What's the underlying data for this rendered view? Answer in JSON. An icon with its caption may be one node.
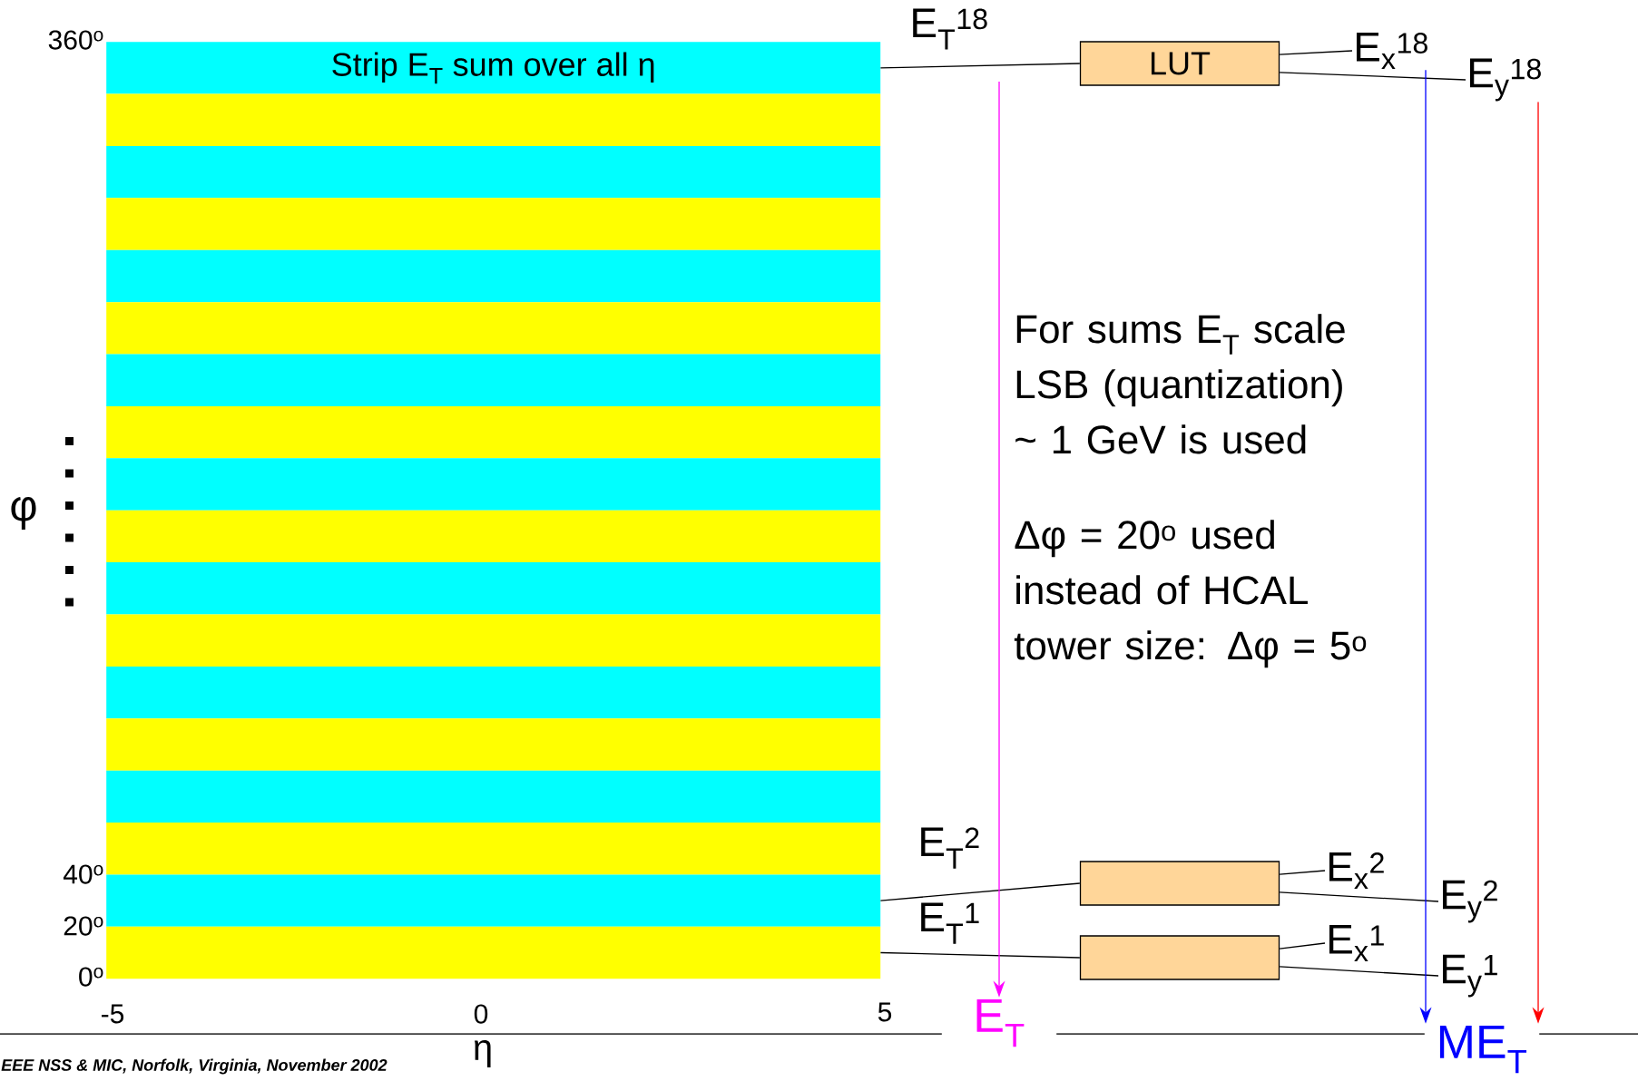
{
  "diagram": {
    "nodes": [
      {
        "text": [
          "Strip E$_{T}$ sum over all η"
        ]
      },
      {
        "text": [],
        "shape": "bar"
      },
      {
        "text": [],
        "shape": "bar"
      },
      {
        "text": [],
        "shape": "bar"
      },
      {
        "text": [],
        "shape": "bar"
      },
      {
        "text": [],
        "shape": "bar"
      },
      {
        "text": [],
        "shape": "bar"
      },
      {
        "text": [],
        "shape": "bar"
      },
      {
        "text": [],
        "shape": "bar"
      },
      {
        "text": [],
        "shape": "bar"
      },
      {
        "text": [],
        "shape": "bar"
      },
      {
        "text": [],
        "shape": "bar"
      },
      {
        "text": [],
        "shape": "bar"
      },
      {
        "text": [],
        "shape": "bar"
      },
      {
        "text": [],
        "shape": "bar"
      },
      {
        "text": [],
        "shape": "bar"
      },
      {
        "text": [],
        "shape": "bar"
      },
      {
        "text": [],
        "shape": "bar"
      },
      {
        "text": [
          "LUT"
        ]
      },
      {
        "text": [],
        "shape": "box"
      },
      {
        "text": [],
        "shape": "box"
      },
      {
        "text": [
          "E$_{x}$$^{18}$"
        ]
      },
      {
        "text": [
          "E$_{y}$$^{18}$"
        ]
      },
      {
        "text": [
          "E$_{x}$$^{2}$"
        ]
      },
      {
        "text": [
          "E$_{y}$$^{2}$"
        ]
      },
      {
        "text": [
          "E$_{x}$$^{1}$"
        ]
      },
      {
        "text": [
          "E$_{y}$$^{1}$"
        ]
      },
      {
        "text": [
          "E$_{T}$"
        ]
      },
      {
        "text": [
          "ME$_{T}$"
        ]
      }
    ],
    "edges": [
      {
        "from": 0,
        "to": 18,
        "arrow": "none",
        "label": "E$_{T}$$^{18}$"
      },
      {
        "from": 16,
        "to": 19,
        "arrow": "none",
        "label": "E$_{T}$$^{2}$"
      },
      {
        "from": 17,
        "to": 20,
        "arrow": "none",
        "label": "E$_{T}$$^{1}$"
      },
      {
        "from": 18,
        "to": 21,
        "arrow": "none"
      },
      {
        "from": 18,
        "to": 22,
        "arrow": "none"
      },
      {
        "from": 19,
        "to": 23,
        "arrow": "none"
      },
      {
        "from": 19,
        "to": 24,
        "arrow": "none"
      },
      {
        "from": 20,
        "to": 25,
        "arrow": "none"
      },
      {
        "from": 20,
        "to": 26,
        "arrow": "none"
      },
      {
        "from": null,
        "to": 27,
        "arrow": "to",
        "color": "#ff00ff"
      },
      {
        "from": 21,
        "to": 28,
        "arrow": "to",
        "color": "#0000ff"
      },
      {
        "from": 22,
        "to": 28,
        "arrow": "to",
        "color": "#ff0000"
      }
    ],
    "labels": [
      "360$^{o}$",
      "40$^{o}$",
      "20$^{o}$",
      "0$^{o}$",
      "-5",
      "0",
      "5",
      "η",
      "φ",
      "For sums E$_{T}$ scale LSB (quantization) ~ 1 GeV is used",
      "Δφ = 20$^{o}$ used instead of HCAL tower size: Δφ = 5$^{o}$",
      "EEE NSS & MIC, Norfolk, Virginia, November 2002"
    ]
  }
}
